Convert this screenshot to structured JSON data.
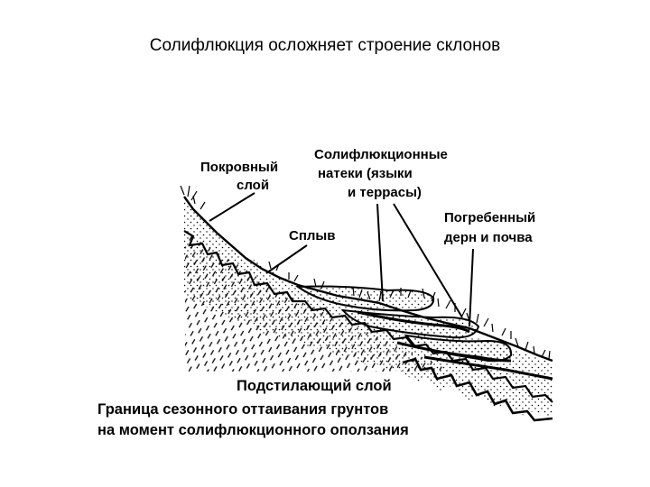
{
  "slide": {
    "title": "Солифлюкция осложняет строение склонов"
  },
  "diagram": {
    "labels": {
      "cover_layer": [
        "Покровный",
        "слой"
      ],
      "solifluction_flows": [
        "Солифлюкционные",
        "натеки (языки",
        "и террасы)"
      ],
      "buried_turf": [
        "Погребенный",
        "дерн и почва"
      ],
      "slump": "Сплыв",
      "underlying_layer": "Подстилающий слой",
      "thaw_boundary": [
        "Граница сезонного оттаивания грунтов",
        "на момент солифлюкционного оползания"
      ]
    }
  }
}
